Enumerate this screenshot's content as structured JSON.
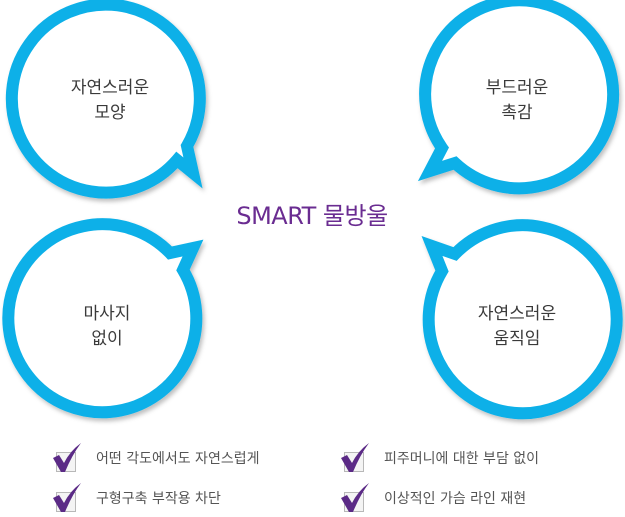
{
  "title": "SMART 물방울",
  "colors": {
    "bubble_stroke": "#0db0e8",
    "title": "#6a2c91",
    "check": "#5b2a86",
    "text": "#3a3a3a"
  },
  "bubbles": [
    {
      "position": "top-left",
      "line1": "자연스러운",
      "line2": "모양"
    },
    {
      "position": "top-right",
      "line1": "부드러운",
      "line2": "촉감"
    },
    {
      "position": "bottom-left",
      "line1": "마사지",
      "line2": "없이"
    },
    {
      "position": "bottom-right",
      "line1": "자연스러운",
      "line2": "움직임"
    }
  ],
  "checklist": [
    {
      "label": "어떤 각도에서도 자연스럽게",
      "icon": "check-icon"
    },
    {
      "label": "피주머니에 대한 부담 없이",
      "icon": "check-icon"
    },
    {
      "label": "구형구축 부작용 차단",
      "icon": "check-icon"
    },
    {
      "label": "이상적인 가슴 라인 재현",
      "icon": "check-icon"
    }
  ]
}
